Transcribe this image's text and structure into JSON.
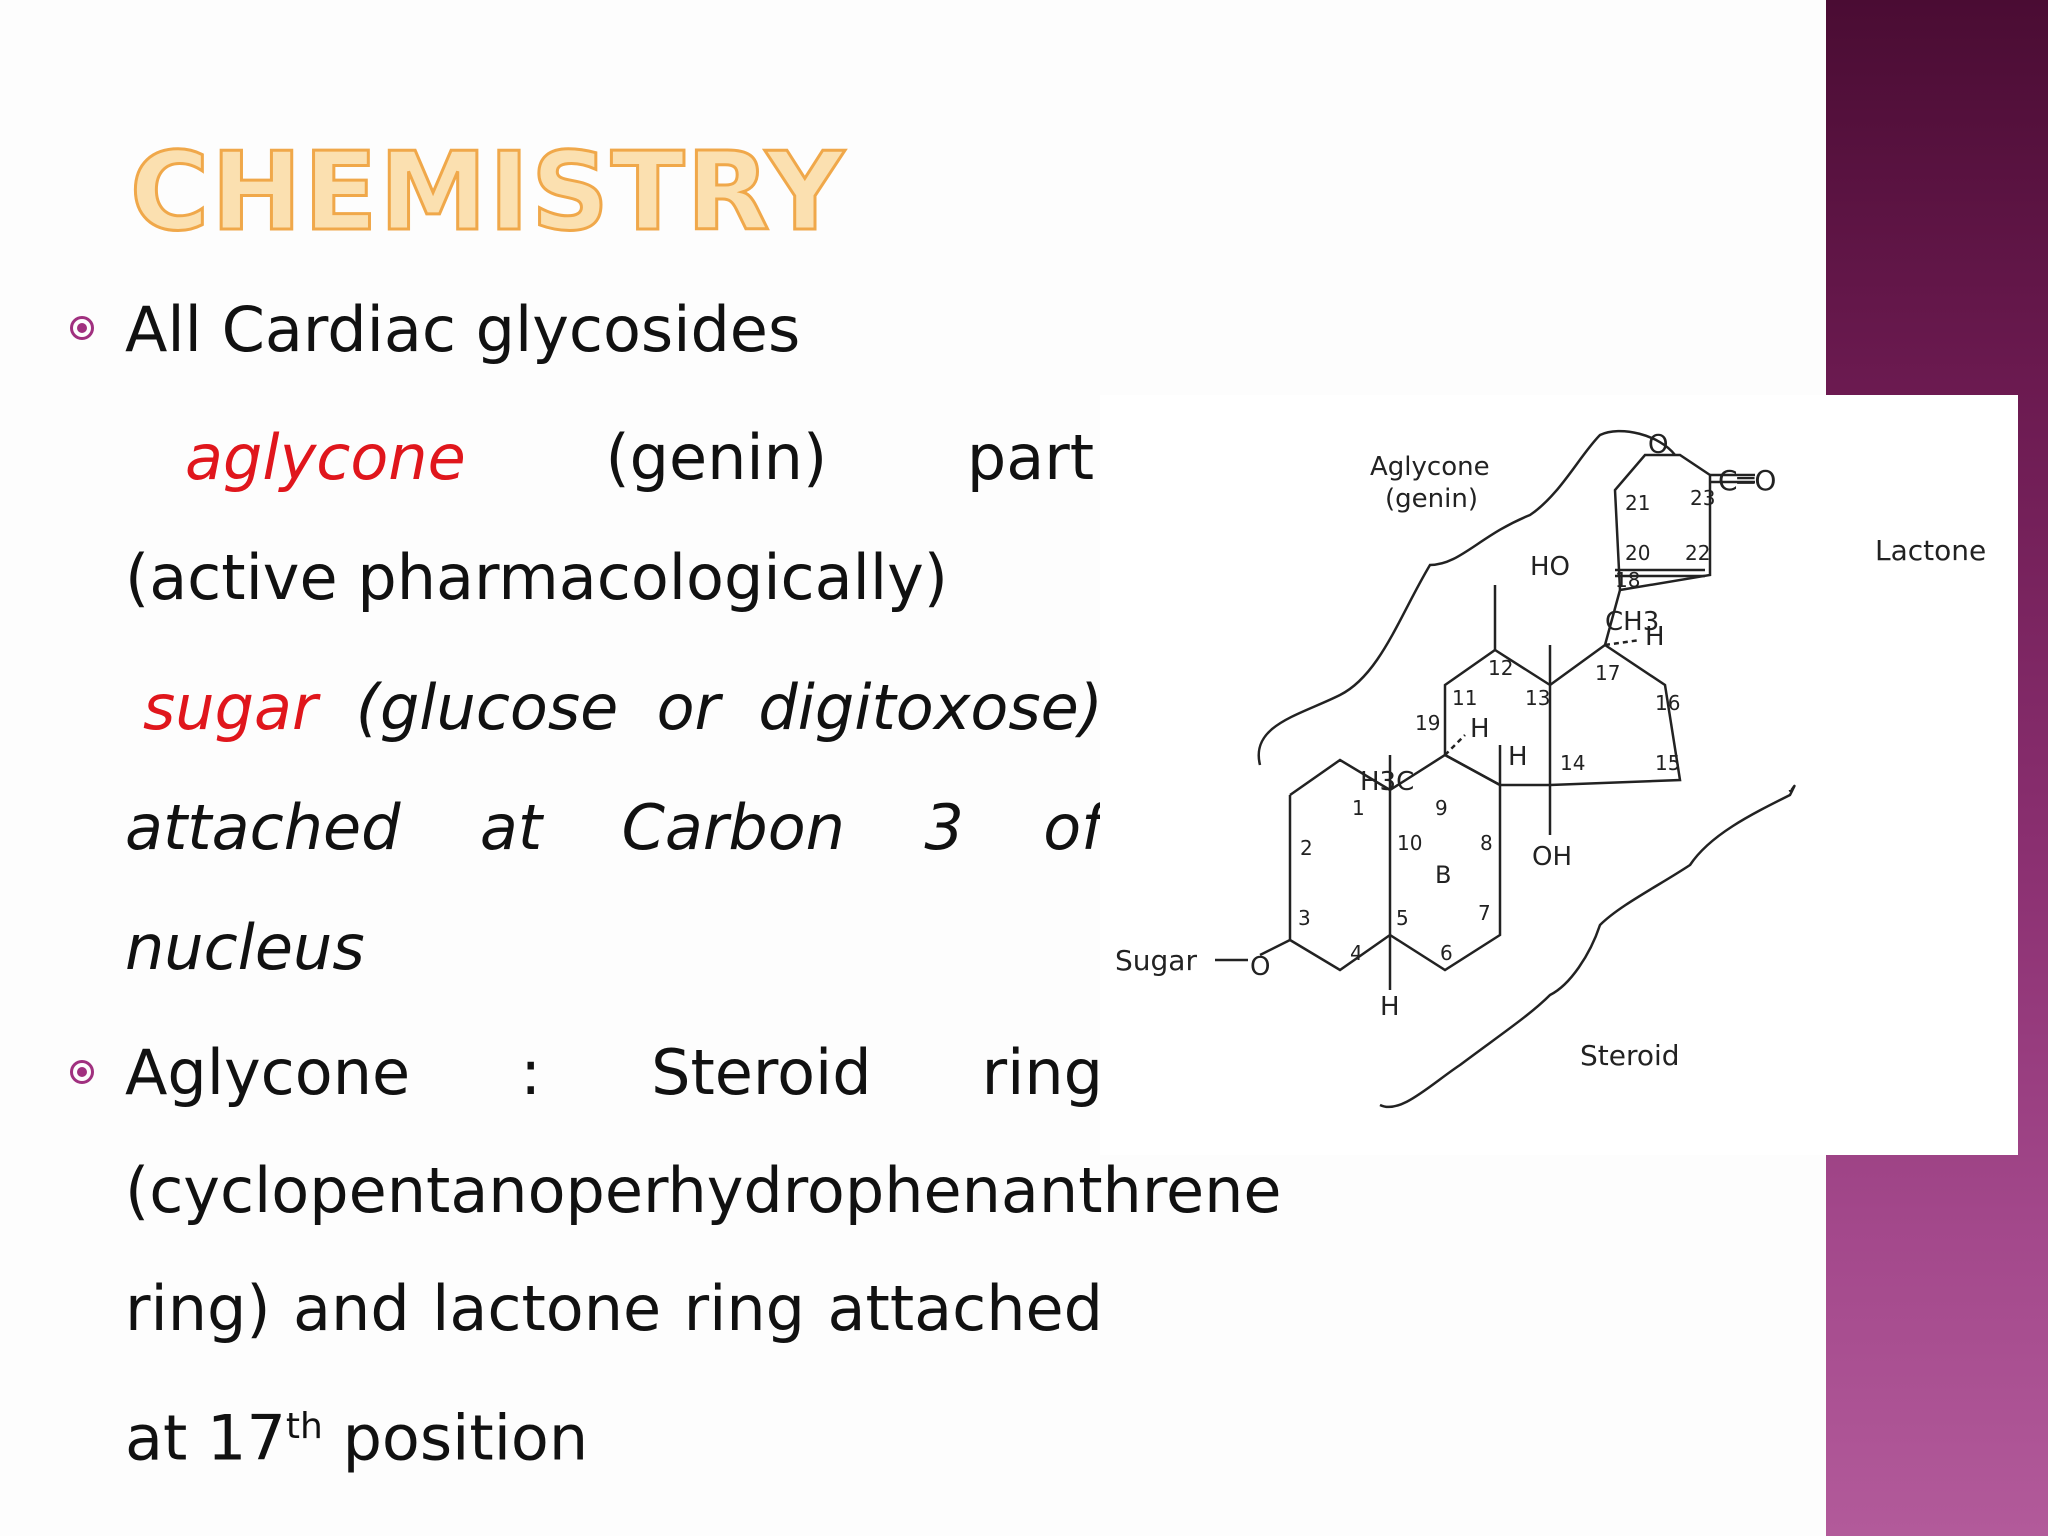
{
  "title": "CHEMISTRY",
  "bullets": {
    "b1": "All Cardiac glycosides",
    "aglycone_word": "aglycone",
    "aglycone_rest1": "(genin)",
    "aglycone_rest2": "part",
    "aglycone_line2": "(active pharmacologically)",
    "sugar_word": "sugar",
    "sugar_rest": "(glucose or digitoxose) attached at Carbon 3 of nucleus",
    "b2_text": "Aglycone : Steroid ring (cyclopentanoperhydrophenanthrene ring) and lactone ring attached at 17",
    "b2_sup": "th",
    "b2_end": "position"
  },
  "diagram": {
    "aglycone_label_1": "Aglycone",
    "aglycone_label_2": "(genin)",
    "lactone_label": "Lactone",
    "steroid_label": "Steroid",
    "sugar_label": "Sugar",
    "o_sugar": "O",
    "o_lactone_ring": "O",
    "c_eq_o": "C═O",
    "ho": "HO",
    "oh": "OH",
    "ch3": "CH3",
    "h3c": "H3C",
    "h_labels": [
      "H",
      "H",
      "H",
      "H"
    ],
    "ring_b": "B",
    "positions": [
      "1",
      "2",
      "3",
      "4",
      "5",
      "6",
      "7",
      "8",
      "9",
      "10",
      "11",
      "12",
      "13",
      "14",
      "15",
      "16",
      "17",
      "18",
      "19",
      "20",
      "21",
      "22",
      "23"
    ]
  }
}
